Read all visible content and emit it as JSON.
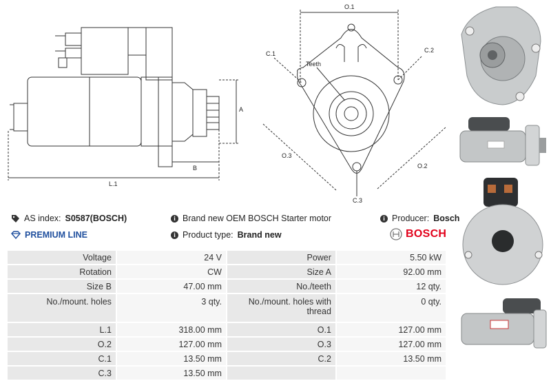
{
  "drawing": {
    "dim_o1": "O.1",
    "dim_c1": "C.1",
    "dim_c2": "C.2",
    "dim_teeth": "Teeth",
    "dim_o3": "O.3",
    "dim_o2": "O.2",
    "dim_c3": "C.3",
    "dim_a": "A",
    "dim_b": "B",
    "dim_l1": "L.1"
  },
  "info": {
    "as_index_label": "AS index:",
    "as_index_value": "S0587(BOSCH)",
    "description": "Brand new OEM BOSCH Starter motor",
    "producer_label": "Producer:",
    "producer_value": "Bosch",
    "premium": "PREMIUM LINE",
    "product_type_label": "Product type:",
    "product_type_value": "Brand new",
    "brand_logo": "BOSCH"
  },
  "specs": [
    [
      "Voltage",
      "24 V",
      "Power",
      "5.50 kW"
    ],
    [
      "Rotation",
      "CW",
      "Size A",
      "92.00 mm"
    ],
    [
      "Size B",
      "47.00 mm",
      "No./teeth",
      "12 qty."
    ],
    [
      "No./mount. holes",
      "3 qty.",
      "No./mount. holes with thread",
      "0 qty."
    ],
    [
      "L.1",
      "318.00 mm",
      "O.1",
      "127.00 mm"
    ],
    [
      "O.2",
      "127.00 mm",
      "O.3",
      "127.00 mm"
    ],
    [
      "C.1",
      "13.50 mm",
      "C.2",
      "13.50 mm"
    ],
    [
      "C.3",
      "13.50 mm",
      "",
      ""
    ]
  ],
  "colors": {
    "premium": "#1f4f9e",
    "brand": "#e2001a"
  },
  "icons": [
    "tag-icon",
    "info-icon",
    "diamond-icon",
    "bosch-logo-icon"
  ]
}
